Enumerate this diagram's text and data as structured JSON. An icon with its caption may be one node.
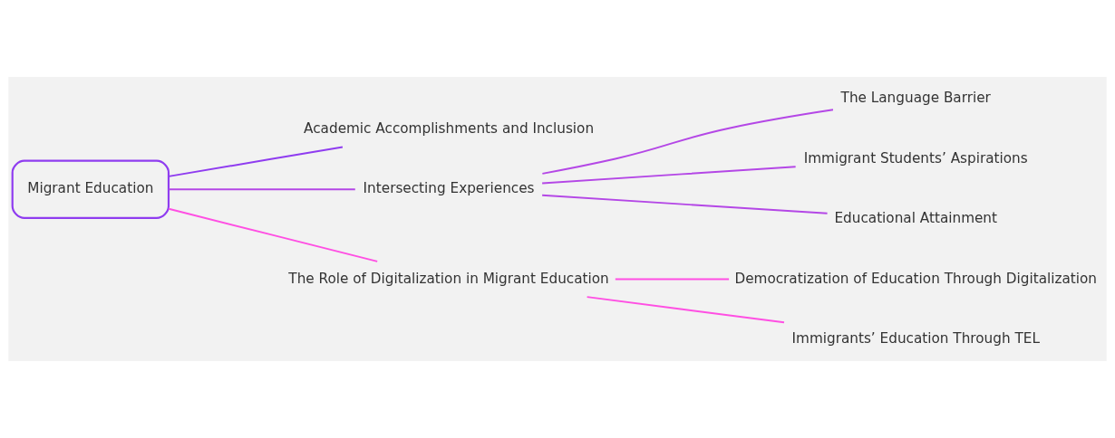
{
  "diagram": {
    "nodes": [
      {
        "text": [
          "Migrant Education"
        ]
      },
      {
        "text": [
          "Academic Accomplishments and Inclusion"
        ]
      },
      {
        "text": [
          "Intersecting Experiences"
        ]
      },
      {
        "text": [
          "The Language Barrier"
        ]
      },
      {
        "text": [
          "Immigrant Students’ Aspirations"
        ]
      },
      {
        "text": [
          "Educational Attainment"
        ]
      },
      {
        "text": [
          "The Role of Digitalization in Migrant Education"
        ]
      },
      {
        "text": [
          "Democratization of Education Through Digitalization"
        ]
      },
      {
        "text": [
          "Immigrants’ Education Through TEL"
        ]
      }
    ],
    "edges": [
      {
        "from": 0,
        "to": 1,
        "arrow": "none",
        "color": "#8f3cf0"
      },
      {
        "from": 0,
        "to": 2,
        "arrow": "none",
        "color": "#b447e6"
      },
      {
        "from": 0,
        "to": 6,
        "arrow": "none",
        "color": "#ff4fe3"
      },
      {
        "from": 2,
        "to": 3,
        "arrow": "none",
        "color": "#b447e6"
      },
      {
        "from": 2,
        "to": 4,
        "arrow": "none",
        "color": "#b447e6"
      },
      {
        "from": 2,
        "to": 5,
        "arrow": "none",
        "color": "#b447e6"
      },
      {
        "from": 6,
        "to": 7,
        "arrow": "none",
        "color": "#ff4fe3"
      },
      {
        "from": 6,
        "to": 8,
        "arrow": "none",
        "color": "#ff4fe3"
      }
    ]
  }
}
